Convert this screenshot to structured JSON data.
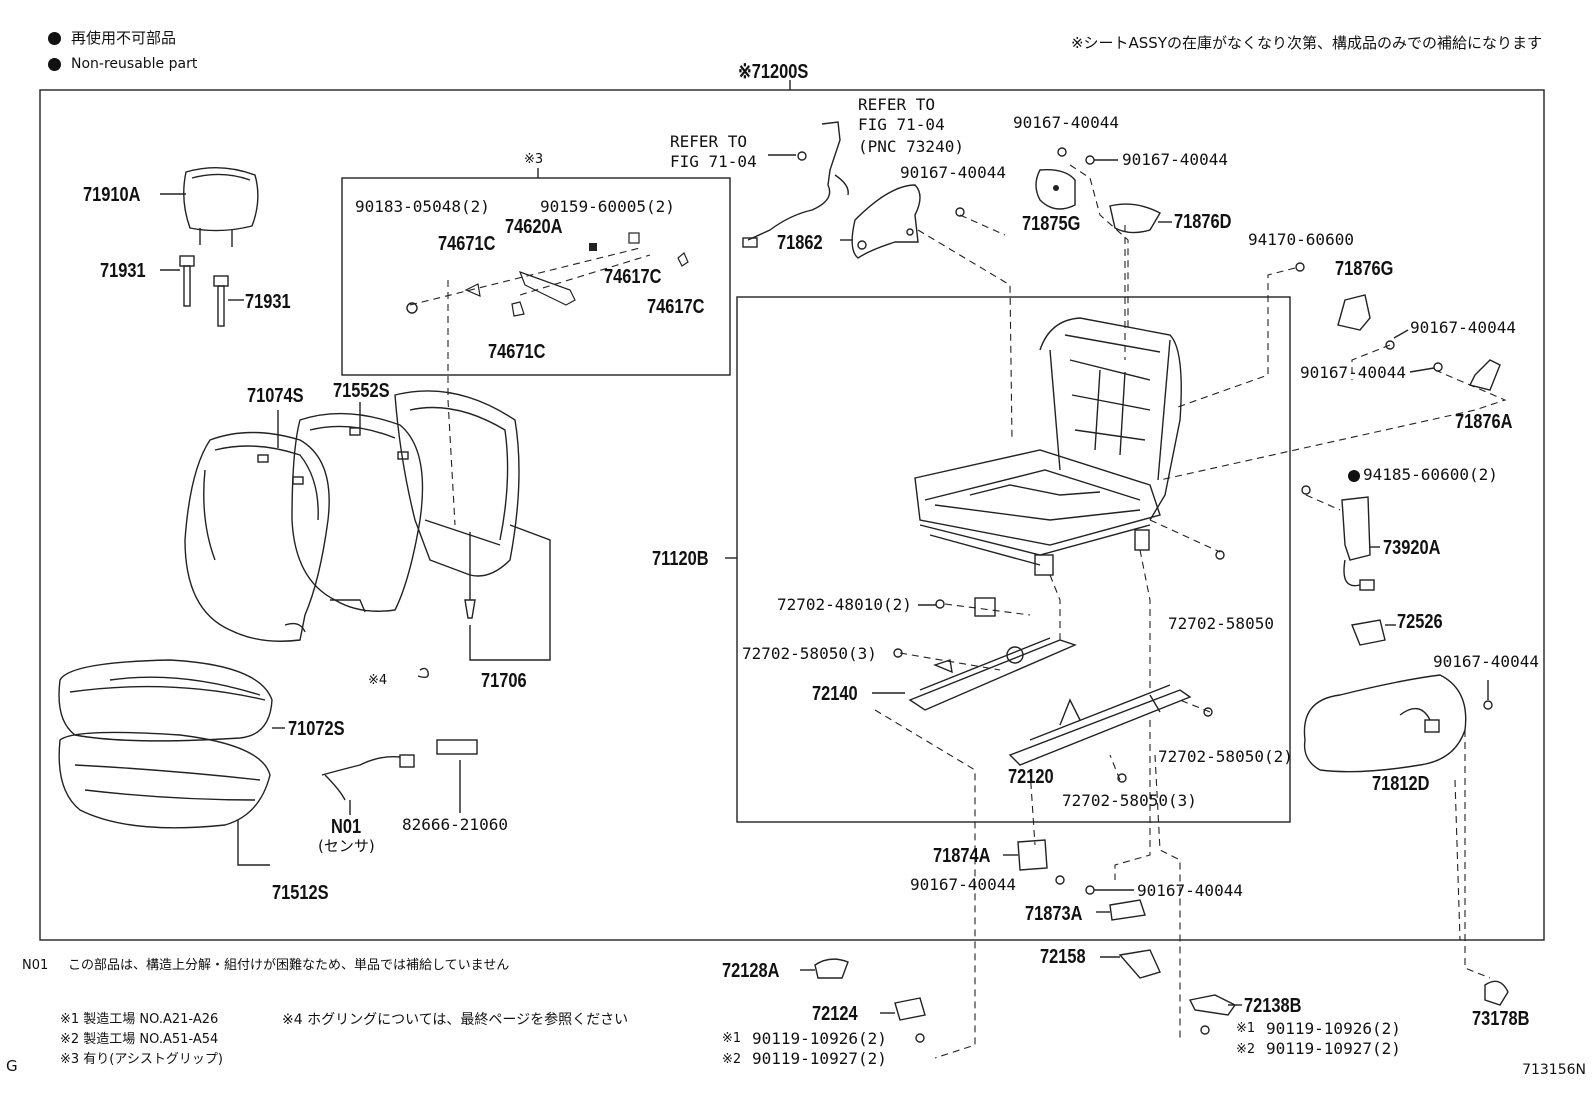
{
  "legend": {
    "jp": "再使用不可部品",
    "en": "Non-reusable part"
  },
  "header_note": "※シートASSYの在庫がなくなり次第、構成品のみでの補給になります",
  "assembly_label": "※71200S",
  "labels": {
    "p71910A": "71910A",
    "p71931a": "71931",
    "p71931b": "71931",
    "box3_mark": "※3",
    "p90183": "90183-05048(2)",
    "p90159": "90159-60005(2)",
    "p74620A": "74620A",
    "p74671Ca": "74671C",
    "p74617Ca": "74617C",
    "p74617Cb": "74617C",
    "p74671Cb": "74671C",
    "p71074S": "71074S",
    "p71552S": "71552S",
    "mark4": "※4",
    "p71706": "71706",
    "p71072S": "71072S",
    "pN01": "N01",
    "pSensor": "(センサ)",
    "p82666": "82666-21060",
    "p71512S": "71512S",
    "refer1a": "REFER TO",
    "refer1b": "FIG 71-04",
    "refer2a": "REFER TO",
    "refer2b": "FIG 71-04",
    "refer2c": "(PNC 73240)",
    "p71862": "71862",
    "p90167a": "90167-40044",
    "p90167b": "90167-40044",
    "p90167c": "90167-40044",
    "p71875G": "71875G",
    "p71876D": "71876D",
    "p94170": "94170-60600",
    "p71876G": "71876G",
    "p90167d": "90167-40044",
    "p90167e": "90167-40044",
    "p71876A": "71876A",
    "p94185": "94185-60600(2)",
    "p73920A": "73920A",
    "p71120B": "71120B",
    "p72702_48010": "72702-48010(2)",
    "p72702_58050a": "72702-58050",
    "p72702_58050b": "72702-58050(3)",
    "p72140": "72140",
    "p72120": "72120",
    "p72702_58050c": "72702-58050(2)",
    "p72702_58050d": "72702-58050(3)",
    "p72526": "72526",
    "p90167f": "90167-40044",
    "p71812D": "71812D",
    "p71874A": "71874A",
    "p90167g": "90167-40044",
    "p90167h": "90167-40044",
    "p71873A": "71873A",
    "p72158": "72158",
    "p72128A": "72128A",
    "p72124": "72124",
    "p72138B": "72138B",
    "p73178B": "73178B",
    "m1a": "※1",
    "p90119_10926a": "90119-10926(2)",
    "m2a": "※2",
    "p90119_10927a": "90119-10927(2)",
    "m1b": "※1",
    "p90119_10926b": "90119-10926(2)",
    "m2b": "※2",
    "p90119_10927b": "90119-10927(2)"
  },
  "footnotes": {
    "n01_code": "N01",
    "n01_text": "この部品は、構造上分解・組付けが困難なため、単品では補給していません",
    "f1": "※1 製造工場 NO.A21-A26",
    "f4": "※4 ホグリングについては、最終ページを参照ください",
    "f2": "※2 製造工場 NO.A51-A54",
    "f3": "※3 有り(アシストグリップ)",
    "corner_g": "G",
    "figure_id": "713156N"
  }
}
